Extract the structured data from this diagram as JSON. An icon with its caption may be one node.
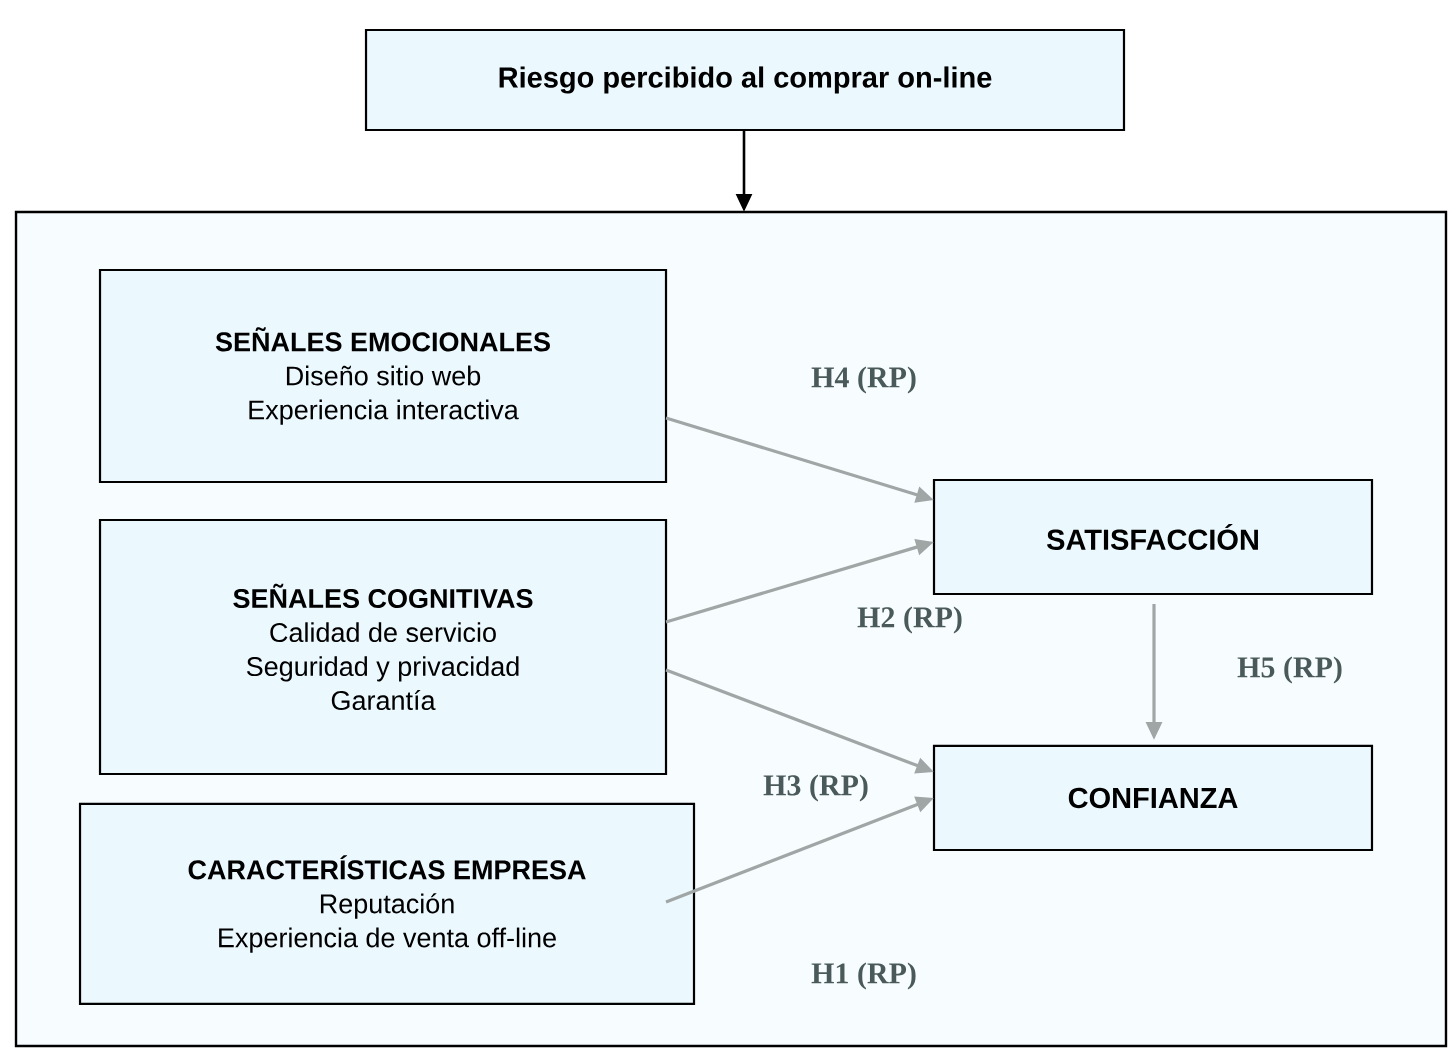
{
  "diagram": {
    "nodes": [
      {
        "text": [
          "Riesgo percibido al comprar on-line"
        ]
      },
      {
        "text": [],
        "shape": "box"
      },
      {
        "text": [
          "SEÑALES EMOCIONALES",
          "Diseño sitio web",
          "Experiencia interactiva"
        ],
        "in": 1
      },
      {
        "text": [
          "SEÑALES COGNITIVAS",
          "Calidad de servicio",
          "Seguridad y privacidad",
          "Garantía"
        ],
        "in": 1
      },
      {
        "text": [
          "CARACTERÍSTICAS  EMPRESA",
          "Reputación",
          "Experiencia de venta off-line"
        ],
        "in": 1
      },
      {
        "text": [
          "SATISFACCIÓN"
        ],
        "in": 1
      },
      {
        "text": [
          "CONFIANZA"
        ],
        "in": 1
      }
    ],
    "edges": [
      {
        "from": 0,
        "to": 1,
        "arrow": "to",
        "color": "#000000"
      },
      {
        "from": 2,
        "to": 5,
        "arrow": "to",
        "label": "H4 (RP)"
      },
      {
        "from": 3,
        "to": 5,
        "arrow": "to",
        "label": "H2 (RP)"
      },
      {
        "from": 3,
        "to": 6,
        "arrow": "to",
        "label": "H3 (RP)"
      },
      {
        "from": 4,
        "to": 6,
        "arrow": "to",
        "label": "H1 (RP)"
      },
      {
        "from": 5,
        "to": 6,
        "arrow": "to",
        "label": "H5 (RP)"
      }
    ]
  }
}
